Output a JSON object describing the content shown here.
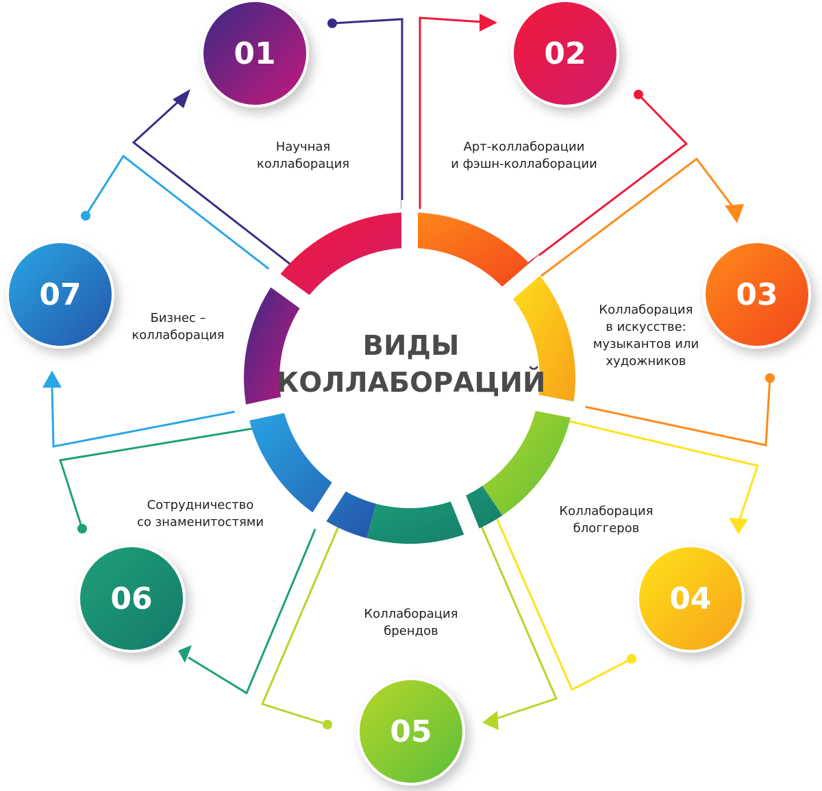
{
  "title": {
    "line1": "ВИДЫ",
    "line2": "КОЛЛАБОРАЦИЙ"
  },
  "items": [
    {
      "number": "01",
      "lines": [
        "Научная",
        "коллаборация"
      ],
      "colors": [
        "#3b2a86",
        "#c4187a"
      ]
    },
    {
      "number": "02",
      "lines": [
        "Арт-коллаборации",
        "и фэшн-коллаборации"
      ],
      "colors": [
        "#f0193a",
        "#d21c6b"
      ]
    },
    {
      "number": "03",
      "lines": [
        "Коллаборация",
        "в искусстве:",
        "музыкантов или",
        "художников"
      ],
      "colors": [
        "#ff8a1a",
        "#f2461c"
      ]
    },
    {
      "number": "04",
      "lines": [
        "Коллаборация",
        "блоггеров"
      ],
      "colors": [
        "#ffe21a",
        "#f7a21a"
      ]
    },
    {
      "number": "05",
      "lines": [
        "Коллаборация",
        "брендов"
      ],
      "colors": [
        "#b6d62a",
        "#5cbf3a"
      ]
    },
    {
      "number": "06",
      "lines": [
        "Сотрудничество",
        "со знаменитостями"
      ],
      "colors": [
        "#1fa07a",
        "#147a6a"
      ]
    },
    {
      "number": "07",
      "lines": [
        "Бизнес –",
        "коллаборация"
      ],
      "colors": [
        "#29a6e6",
        "#2456a8"
      ]
    }
  ]
}
